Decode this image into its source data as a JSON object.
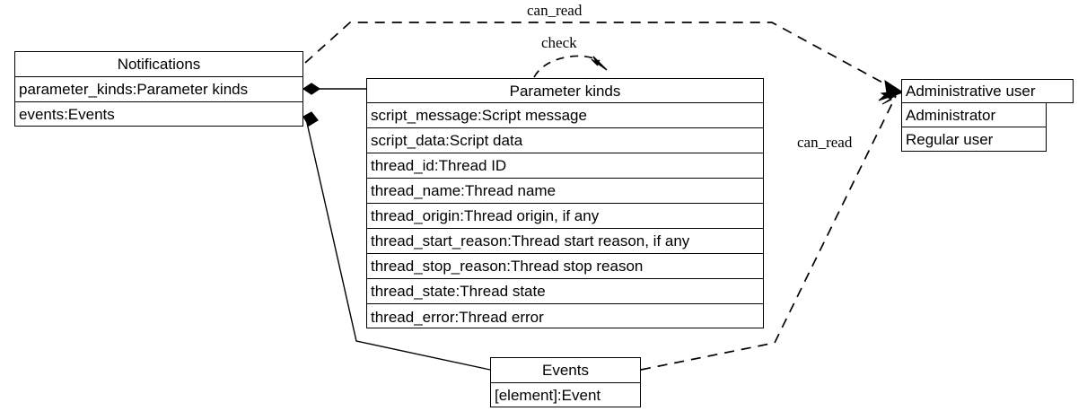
{
  "diagram": {
    "type": "uml-class-diagram",
    "background": "#ffffff",
    "line_color": "#000000"
  },
  "classes": {
    "notifications": {
      "title": "Notifications",
      "attributes": [
        "parameter_kinds:Parameter kinds",
        "events:Events"
      ]
    },
    "parameter_kinds": {
      "title": "Parameter kinds",
      "attributes": [
        "script_message:Script message",
        "script_data:Script data",
        "thread_id:Thread ID",
        "thread_name:Thread name",
        "thread_origin:Thread origin, if any",
        "thread_start_reason:Thread start reason, if any",
        "thread_stop_reason:Thread stop reason",
        "thread_state:Thread state",
        "thread_error:Thread error"
      ]
    },
    "events": {
      "title": "Events",
      "attributes": [
        "[element]:Event"
      ]
    },
    "administrative_user": {
      "title": "Administrative user",
      "attributes": [
        "Administrator",
        "Regular user"
      ]
    }
  },
  "edges": [
    {
      "name": "notifications-can-read-administrative-user",
      "label": "can_read",
      "style": "dashed",
      "arrow": "open-arrow",
      "from": "notifications",
      "to": "administrative_user"
    },
    {
      "name": "parameter-kinds-check",
      "label": "check",
      "style": "dashed",
      "arrow": "open-arrow",
      "from": "parameter_kinds",
      "to": "parameter_kinds"
    },
    {
      "name": "events-can-read-administrative-user",
      "label": "can_read",
      "style": "dashed",
      "arrow": "open-arrow",
      "from": "events",
      "to": "administrative_user"
    },
    {
      "name": "notifications-composition-parameter-kinds",
      "label": "",
      "style": "solid",
      "arrow": "filled-diamond",
      "from": "notifications",
      "to": "parameter_kinds"
    },
    {
      "name": "notifications-composition-events",
      "label": "",
      "style": "solid",
      "arrow": "filled-diamond",
      "from": "notifications",
      "to": "events"
    }
  ],
  "labels": {
    "can_read_top": "can_read",
    "check": "check",
    "can_read_bottom": "can_read"
  }
}
